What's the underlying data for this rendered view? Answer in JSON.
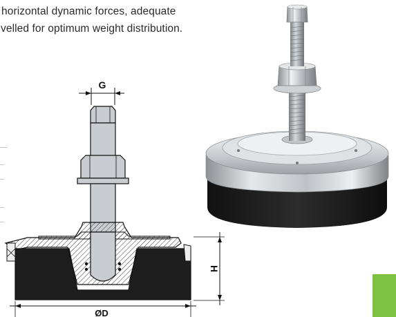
{
  "description": {
    "line1": "horizontal dynamic forces, adequate",
    "line2": "velled for optimum weight distribution."
  },
  "drawing": {
    "label_g": "G",
    "label_h": "H",
    "label_d": "ØD"
  },
  "colors": {
    "rubber": "#1e1e1e",
    "steel": "#c9cdd1",
    "accent_green": "#7ec242",
    "text": "#2a2a2a"
  }
}
